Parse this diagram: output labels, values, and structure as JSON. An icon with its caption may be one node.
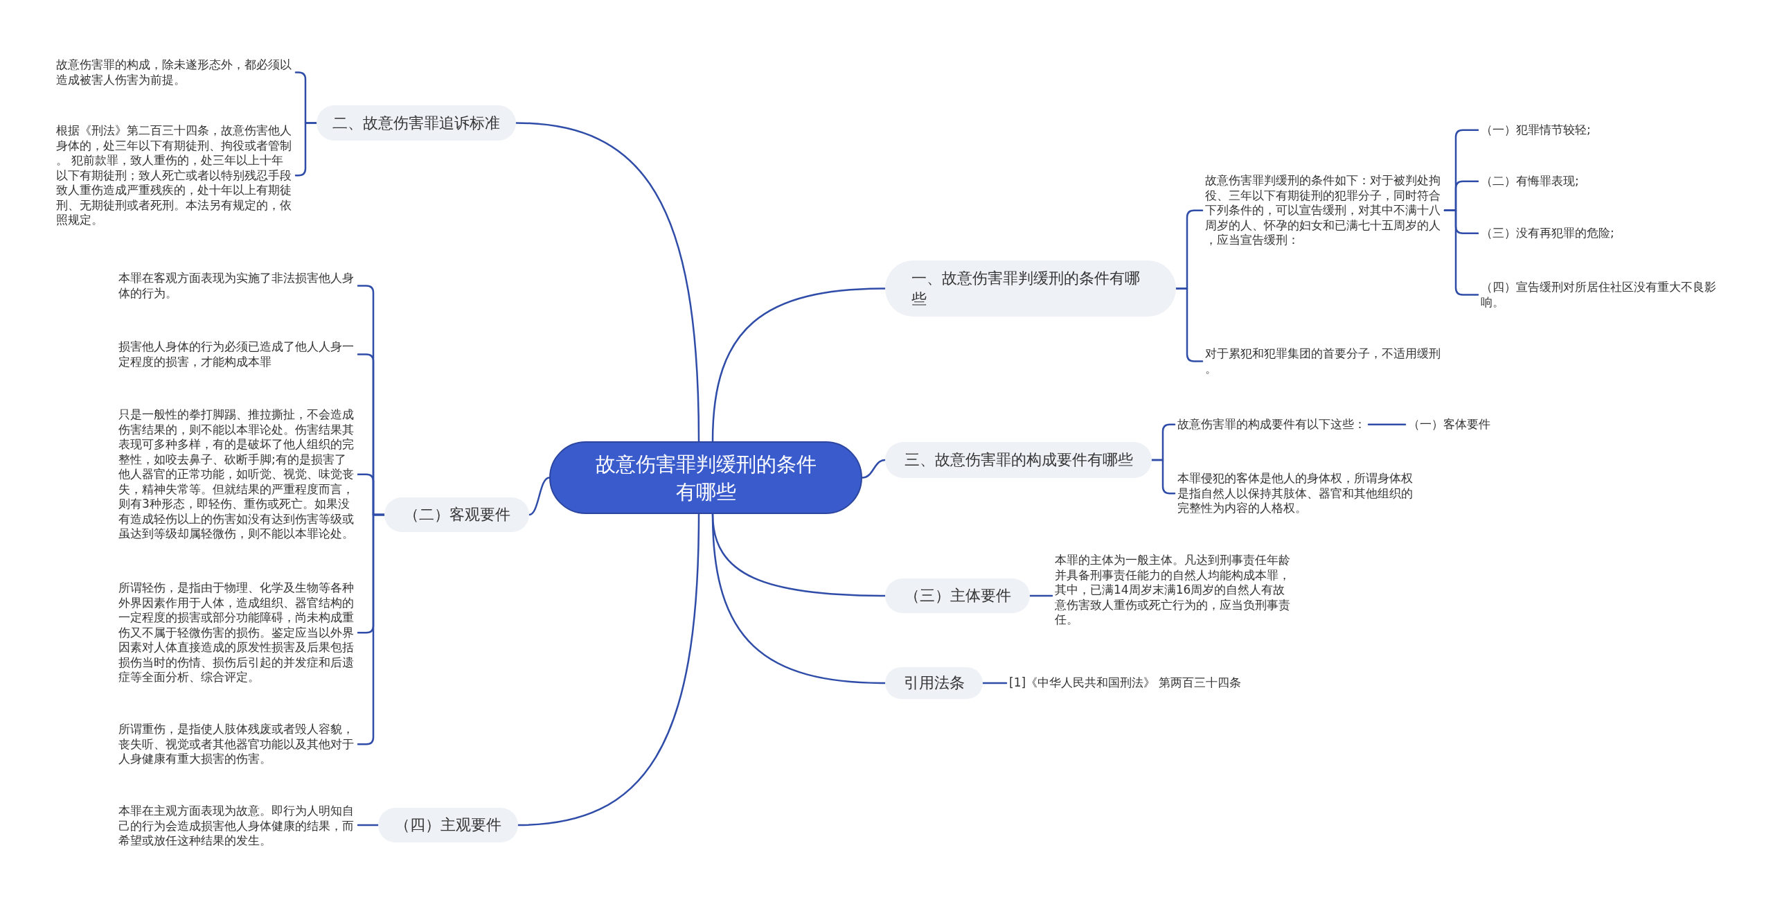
{
  "diagram": {
    "nodes": [
      {
        "text": [
          "故意伤害罪判缓刑的条件有哪些"
        ]
      },
      {
        "text": [
          "一、故意伤害罪判缓刑的条件有哪些"
        ]
      },
      {
        "text": [
          "故意伤害罪判缓刑的条件如下：对于被判处拘役、三年以下有期徒刑的犯罪分子，同时符合下列条件的，可以宣告缓刑，对其中不满十八周岁的人、怀孕的妇女和已满七十五周岁的人，应当宣告缓刑："
        ]
      },
      {
        "text": [
          "（一）犯罪情节较轻;"
        ]
      },
      {
        "text": [
          "（二）有悔罪表现;"
        ]
      },
      {
        "text": [
          "（三）没有再犯罪的危险;"
        ]
      },
      {
        "text": [
          "（四）宣告缓刑对所居住社区没有重大不良影响。"
        ]
      },
      {
        "text": [
          "对于累犯和犯罪集团的首要分子，不适用缓刑。"
        ]
      },
      {
        "text": [
          "三、故意伤害罪的构成要件有哪些"
        ]
      },
      {
        "text": [
          "故意伤害罪的构成要件有以下这些："
        ]
      },
      {
        "text": [
          "（一）客体要件"
        ]
      },
      {
        "text": [
          "本罪侵犯的客体是他人的身体权，所谓身体权是指自然人以保持其肢体、器官和其他组织的完整性为内容的人格权。"
        ]
      },
      {
        "text": [
          "（三）主体要件"
        ]
      },
      {
        "text": [
          "本罪的主体为一般主体。凡达到刑事责任年龄并具备刑事责任能力的自然人均能构成本罪，其中，已满14周岁末满16周岁的自然人有故意伤害致人重伤或死亡行为的，应当负刑事责任。"
        ]
      },
      {
        "text": [
          "引用法条"
        ]
      },
      {
        "text": [
          "[1]《中华人民共和国刑法》 第两百三十四条"
        ]
      },
      {
        "text": [
          "二、故意伤害罪追诉标准"
        ]
      },
      {
        "text": [
          "故意伤害罪的构成，除未遂形态外，都必须以造成被害人伤害为前提。"
        ]
      },
      {
        "text": [
          "根据《刑法》第二百三十四条，故意伤害他人身体的，处三年以下有期徒刑、拘役或者管制。 犯前款罪，致人重伤的，处三年以上十年以下有期徒刑；致人死亡或者以特别残忍手段致人重伤造成严重残疾的，处十年以上有期徒刑、无期徒刑或者死刑。本法另有规定的，依照规定。"
        ]
      },
      {
        "text": [
          "（二）客观要件"
        ]
      },
      {
        "text": [
          "本罪在客观方面表现为实施了非法损害他人身体的行为。"
        ]
      },
      {
        "text": [
          "损害他人身体的行为必须已造成了他人人身一定程度的损害，才能构成本罪"
        ]
      },
      {
        "text": [
          "只是一般性的拳打脚踢、推拉撕扯，不会造成伤害结果的，则不能以本罪论处。伤害结果其表现可多种多样，有的是破坏了他人组织的完整性，如咬去鼻子、砍断手脚;有的是损害了他人器官的正常功能，如听觉、视觉、味觉丧失，精神失常等。但就结果的严重程度而言，则有3种形态，即轻伤、重伤或死亡。如果没有造成轻伤以上的伤害如没有达到伤害等级或虽达到等级却属轻微伤，则不能以本罪论处。"
        ]
      },
      {
        "text": [
          "所谓轻伤，是指由于物理、化学及生物等各种外界因素作用于人体，造成组织、器官结构的一定程度的损害或部分功能障碍，尚未构成重伤又不属于轻微伤害的损伤。鉴定应当以外界因素对人体直接造成的原发性损害及后果包括损伤当时的伤情、损伤后引起的并发症和后遗症等全面分析、综合评定。"
        ]
      },
      {
        "text": [
          "所谓重伤，是指使人肢体残废或者毁人容貌，丧失听、视觉或者其他器官功能以及其他对于人身健康有重大损害的伤害。"
        ]
      },
      {
        "text": [
          "（四）主观要件"
        ]
      },
      {
        "text": [
          "本罪在主观方面表现为故意。即行为人明知自己的行为会造成损害他人身体健康的结果，而希望或放任这种结果的发生。"
        ]
      }
    ],
    "edges": [
      {
        "from": 0,
        "to": 1,
        "arrow": "none"
      },
      {
        "from": 1,
        "to": 2,
        "arrow": "none"
      },
      {
        "from": 2,
        "to": 3,
        "arrow": "none"
      },
      {
        "from": 2,
        "to": 4,
        "arrow": "none"
      },
      {
        "from": 2,
        "to": 5,
        "arrow": "none"
      },
      {
        "from": 2,
        "to": 6,
        "arrow": "none"
      },
      {
        "from": 1,
        "to": 7,
        "arrow": "none"
      },
      {
        "from": 0,
        "to": 8,
        "arrow": "none"
      },
      {
        "from": 8,
        "to": 9,
        "arrow": "none"
      },
      {
        "from": 9,
        "to": 10,
        "arrow": "none"
      },
      {
        "from": 8,
        "to": 11,
        "arrow": "none"
      },
      {
        "from": 0,
        "to": 12,
        "arrow": "none"
      },
      {
        "from": 12,
        "to": 13,
        "arrow": "none"
      },
      {
        "from": 0,
        "to": 14,
        "arrow": "none"
      },
      {
        "from": 14,
        "to": 15,
        "arrow": "none"
      },
      {
        "from": 0,
        "to": 16,
        "arrow": "none"
      },
      {
        "from": 16,
        "to": 17,
        "arrow": "none"
      },
      {
        "from": 16,
        "to": 18,
        "arrow": "none"
      },
      {
        "from": 0,
        "to": 19,
        "arrow": "none"
      },
      {
        "from": 19,
        "to": 20,
        "arrow": "none"
      },
      {
        "from": 19,
        "to": 21,
        "arrow": "none"
      },
      {
        "from": 19,
        "to": 22,
        "arrow": "none"
      },
      {
        "from": 19,
        "to": 23,
        "arrow": "none"
      },
      {
        "from": 19,
        "to": 24,
        "arrow": "none"
      },
      {
        "from": 0,
        "to": 25,
        "arrow": "none"
      },
      {
        "from": 25,
        "to": 26,
        "arrow": "none"
      }
    ]
  }
}
